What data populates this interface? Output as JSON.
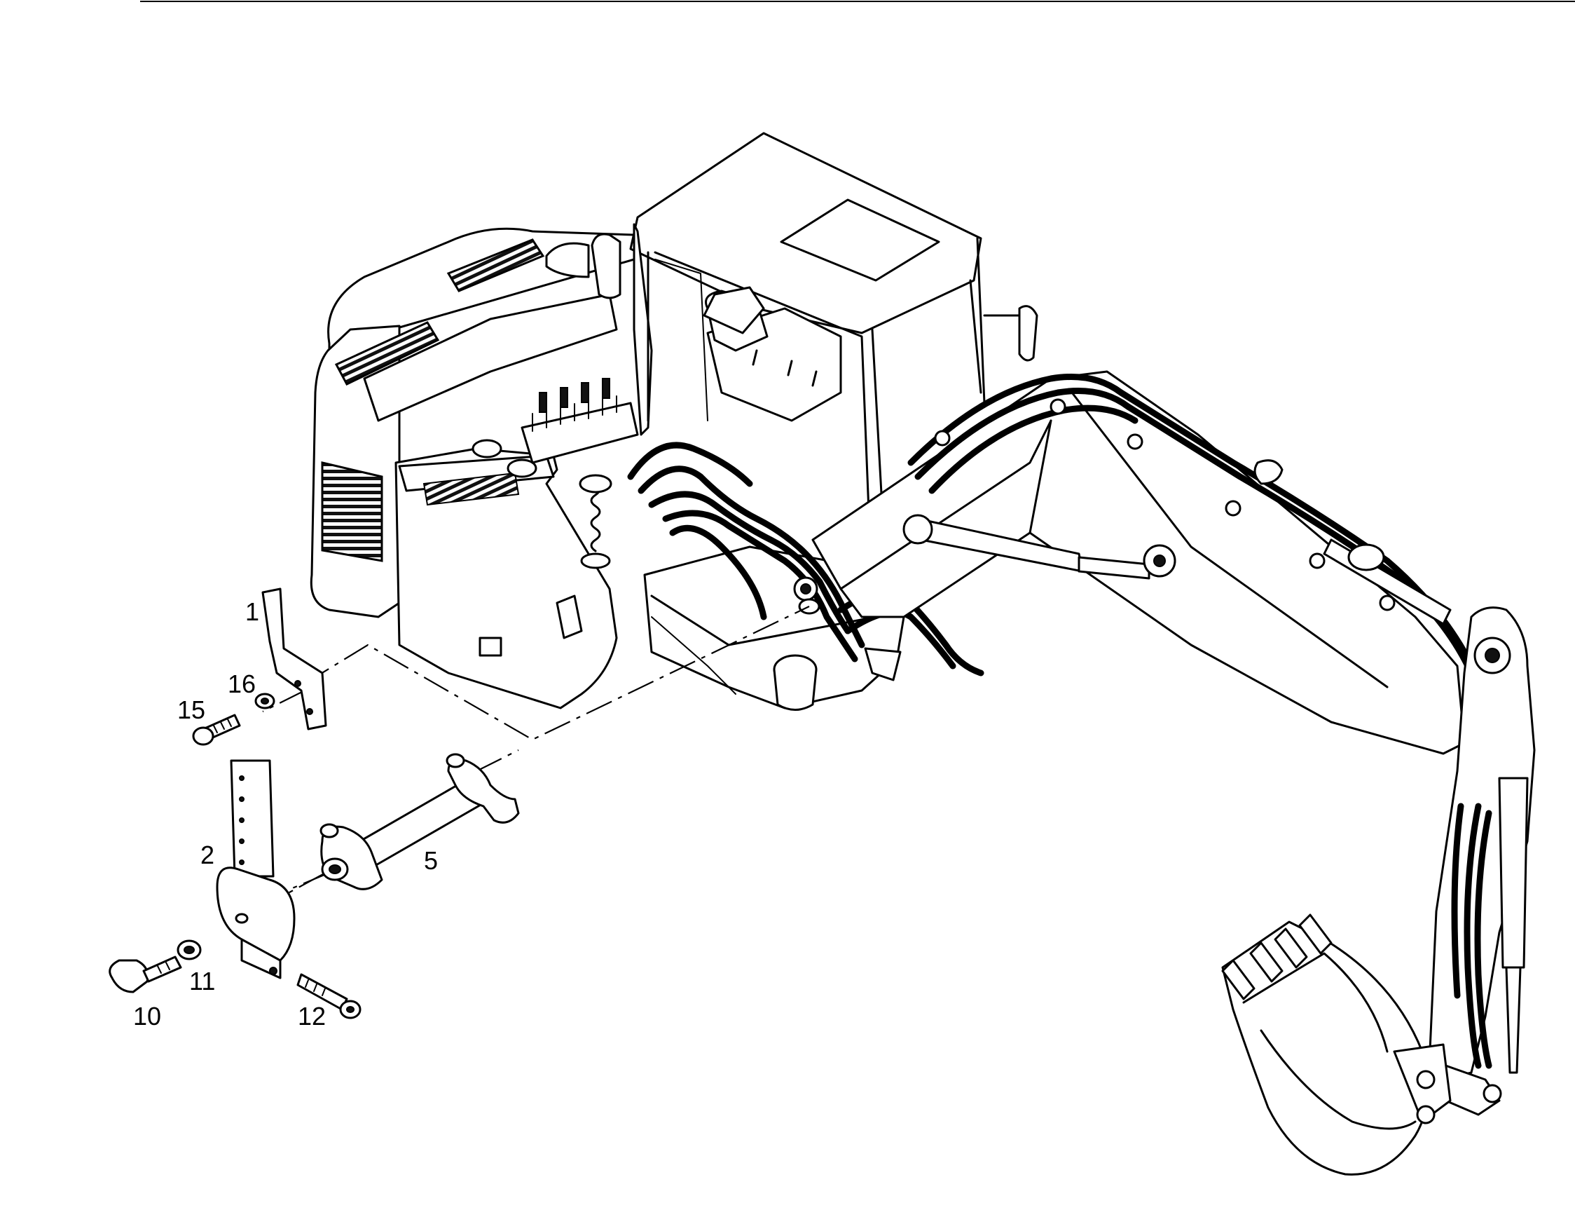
{
  "diagram": {
    "subject": "excavator",
    "callouts": [
      {
        "id": "c1",
        "label": "1"
      },
      {
        "id": "c16",
        "label": "16"
      },
      {
        "id": "c15",
        "label": "15"
      },
      {
        "id": "c2",
        "label": "2"
      },
      {
        "id": "c5",
        "label": "5"
      },
      {
        "id": "c11",
        "label": "11"
      },
      {
        "id": "c10",
        "label": "10"
      },
      {
        "id": "c12",
        "label": "12"
      }
    ]
  }
}
